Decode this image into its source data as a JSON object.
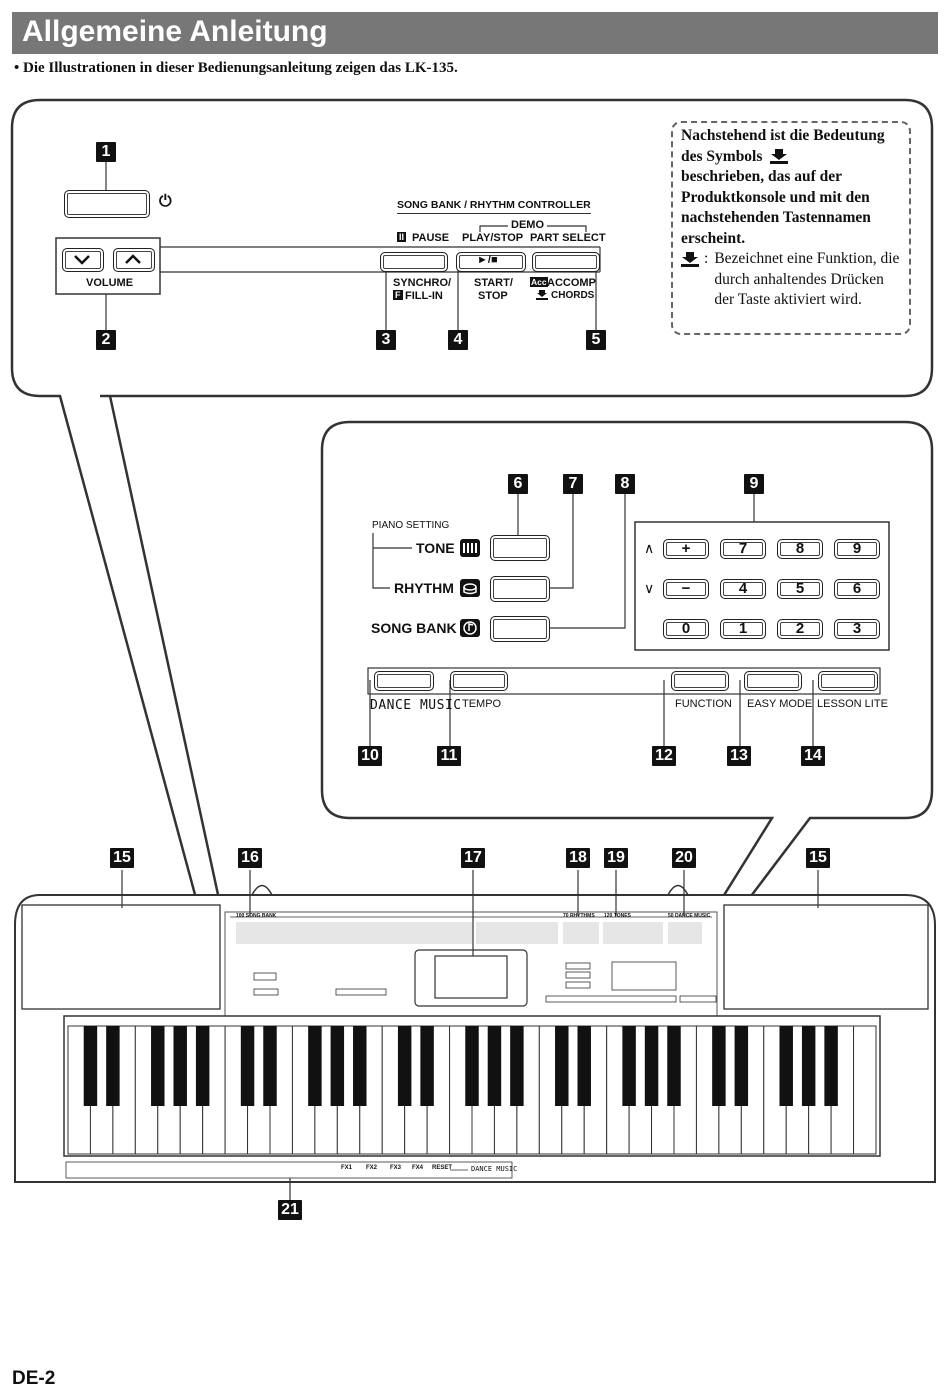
{
  "header": {
    "title": "Allgemeine Anleitung"
  },
  "intro": "•  Die Illustrationen in dieser Bedienungsanleitung zeigen das LK-135.",
  "info_box": {
    "line1": "Nachstehend ist die Bedeutung des Symbols",
    "line2": "beschrieben, das auf der Produktkonsole und mit den nachstehenden Tastennamen erscheint.",
    "def_sep": ":",
    "def_text": "Bezeichnet eine Funktion, die durch anhaltendes Drücken der Taste aktiviert wird."
  },
  "callouts": [
    "1",
    "2",
    "3",
    "4",
    "5",
    "6",
    "7",
    "8",
    "9",
    "10",
    "11",
    "12",
    "13",
    "14",
    "15",
    "16",
    "17",
    "18",
    "19",
    "20",
    "21"
  ],
  "top_panel": {
    "volume_label": "VOLUME",
    "song_bank_title": "SONG BANK / RHYTHM CONTROLLER",
    "demo": "DEMO",
    "pause": "PAUSE",
    "pause_icon": "II",
    "play_stop": "PLAY/STOP",
    "part_select": "PART SELECT",
    "synchro": "SYNCHRO/",
    "fill_in": "FILL-IN",
    "fill_icon": "F",
    "play_symbol": "►/■",
    "start": "START/",
    "stop": "STOP",
    "accomp": "ACCOMP",
    "acc_icon": "Acc",
    "chords": "CHORDS",
    "power_icon": "⏻"
  },
  "mid_panel": {
    "piano_setting": "PIANO SETTING",
    "tone": "TONE",
    "rhythm": "RHYTHM",
    "song_bank": "SONG BANK",
    "keypad": [
      [
        "+",
        "7",
        "8",
        "9"
      ],
      [
        "−",
        "4",
        "5",
        "6"
      ],
      [
        "0",
        "1",
        "2",
        "3"
      ]
    ],
    "up_arrow": "∧",
    "down_arrow": "∨",
    "dance_music": "DANCE MUSIC",
    "tempo": "TEMPO",
    "function": "FUNCTION",
    "easy_mode": "EASY MODE",
    "lesson_lite": "LESSON LITE"
  },
  "keyboard": {
    "song_bank_label": "100 SONG BANK",
    "rhythms_label": "70 RHYTHMS",
    "tones_label": "120 TONES",
    "dance_label": "50 DANCE MUSIC",
    "dance_strip": "DANCE MUSIC",
    "strip_labels": [
      "FX1",
      "FX2",
      "FX3",
      "FX4",
      "RESET"
    ]
  },
  "footer": {
    "page": "DE-2"
  }
}
